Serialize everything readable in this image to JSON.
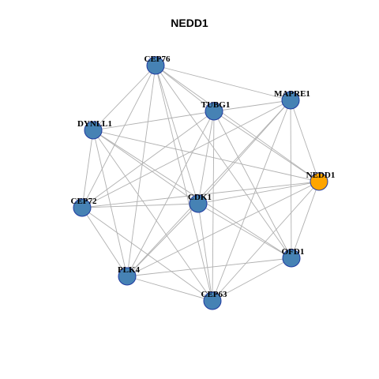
{
  "title": "NEDD1",
  "colors": {
    "node_default": "#4682b4",
    "node_highlight": "#ffa500",
    "node_border": "#1f3aa0",
    "edge": "#b0b0b0"
  },
  "nodes": [
    {
      "id": "CEP76",
      "label": "CEP76",
      "highlight": false
    },
    {
      "id": "MAPRE1",
      "label": "MAPRE1",
      "highlight": false
    },
    {
      "id": "TUBG1",
      "label": "TUBG1",
      "highlight": false
    },
    {
      "id": "DYNLL1",
      "label": "DYNLL1",
      "highlight": false
    },
    {
      "id": "NEDD1",
      "label": "NEDD1",
      "highlight": true
    },
    {
      "id": "CEP72",
      "label": "CEP72",
      "highlight": false
    },
    {
      "id": "CDK1",
      "label": "CDK1",
      "highlight": false
    },
    {
      "id": "OFD1",
      "label": "OFD1",
      "highlight": false
    },
    {
      "id": "PLK4",
      "label": "PLK4",
      "highlight": false
    },
    {
      "id": "CEP63",
      "label": "CEP63",
      "highlight": false
    }
  ],
  "edges": [
    [
      "CEP76",
      "MAPRE1"
    ],
    [
      "CEP76",
      "TUBG1"
    ],
    [
      "CEP76",
      "DYNLL1"
    ],
    [
      "CEP76",
      "NEDD1"
    ],
    [
      "CEP76",
      "CEP72"
    ],
    [
      "CEP76",
      "CDK1"
    ],
    [
      "CEP76",
      "OFD1"
    ],
    [
      "CEP76",
      "PLK4"
    ],
    [
      "CEP76",
      "CEP63"
    ],
    [
      "MAPRE1",
      "TUBG1"
    ],
    [
      "MAPRE1",
      "NEDD1"
    ],
    [
      "MAPRE1",
      "CEP72"
    ],
    [
      "MAPRE1",
      "CDK1"
    ],
    [
      "MAPRE1",
      "OFD1"
    ],
    [
      "MAPRE1",
      "PLK4"
    ],
    [
      "MAPRE1",
      "CEP63"
    ],
    [
      "TUBG1",
      "DYNLL1"
    ],
    [
      "TUBG1",
      "NEDD1"
    ],
    [
      "TUBG1",
      "CEP72"
    ],
    [
      "TUBG1",
      "CDK1"
    ],
    [
      "TUBG1",
      "OFD1"
    ],
    [
      "TUBG1",
      "PLK4"
    ],
    [
      "TUBG1",
      "CEP63"
    ],
    [
      "DYNLL1",
      "NEDD1"
    ],
    [
      "DYNLL1",
      "CEP72"
    ],
    [
      "DYNLL1",
      "CDK1"
    ],
    [
      "DYNLL1",
      "OFD1"
    ],
    [
      "DYNLL1",
      "PLK4"
    ],
    [
      "DYNLL1",
      "CEP63"
    ],
    [
      "NEDD1",
      "CDK1"
    ],
    [
      "NEDD1",
      "OFD1"
    ],
    [
      "NEDD1",
      "PLK4"
    ],
    [
      "NEDD1",
      "CEP63"
    ],
    [
      "NEDD1",
      "CEP72"
    ],
    [
      "CEP72",
      "CDK1"
    ],
    [
      "CEP72",
      "PLK4"
    ],
    [
      "CEP72",
      "CEP63"
    ],
    [
      "CDK1",
      "OFD1"
    ],
    [
      "CDK1",
      "PLK4"
    ],
    [
      "CDK1",
      "CEP63"
    ],
    [
      "OFD1",
      "PLK4"
    ],
    [
      "OFD1",
      "CEP63"
    ],
    [
      "PLK4",
      "CEP63"
    ]
  ]
}
